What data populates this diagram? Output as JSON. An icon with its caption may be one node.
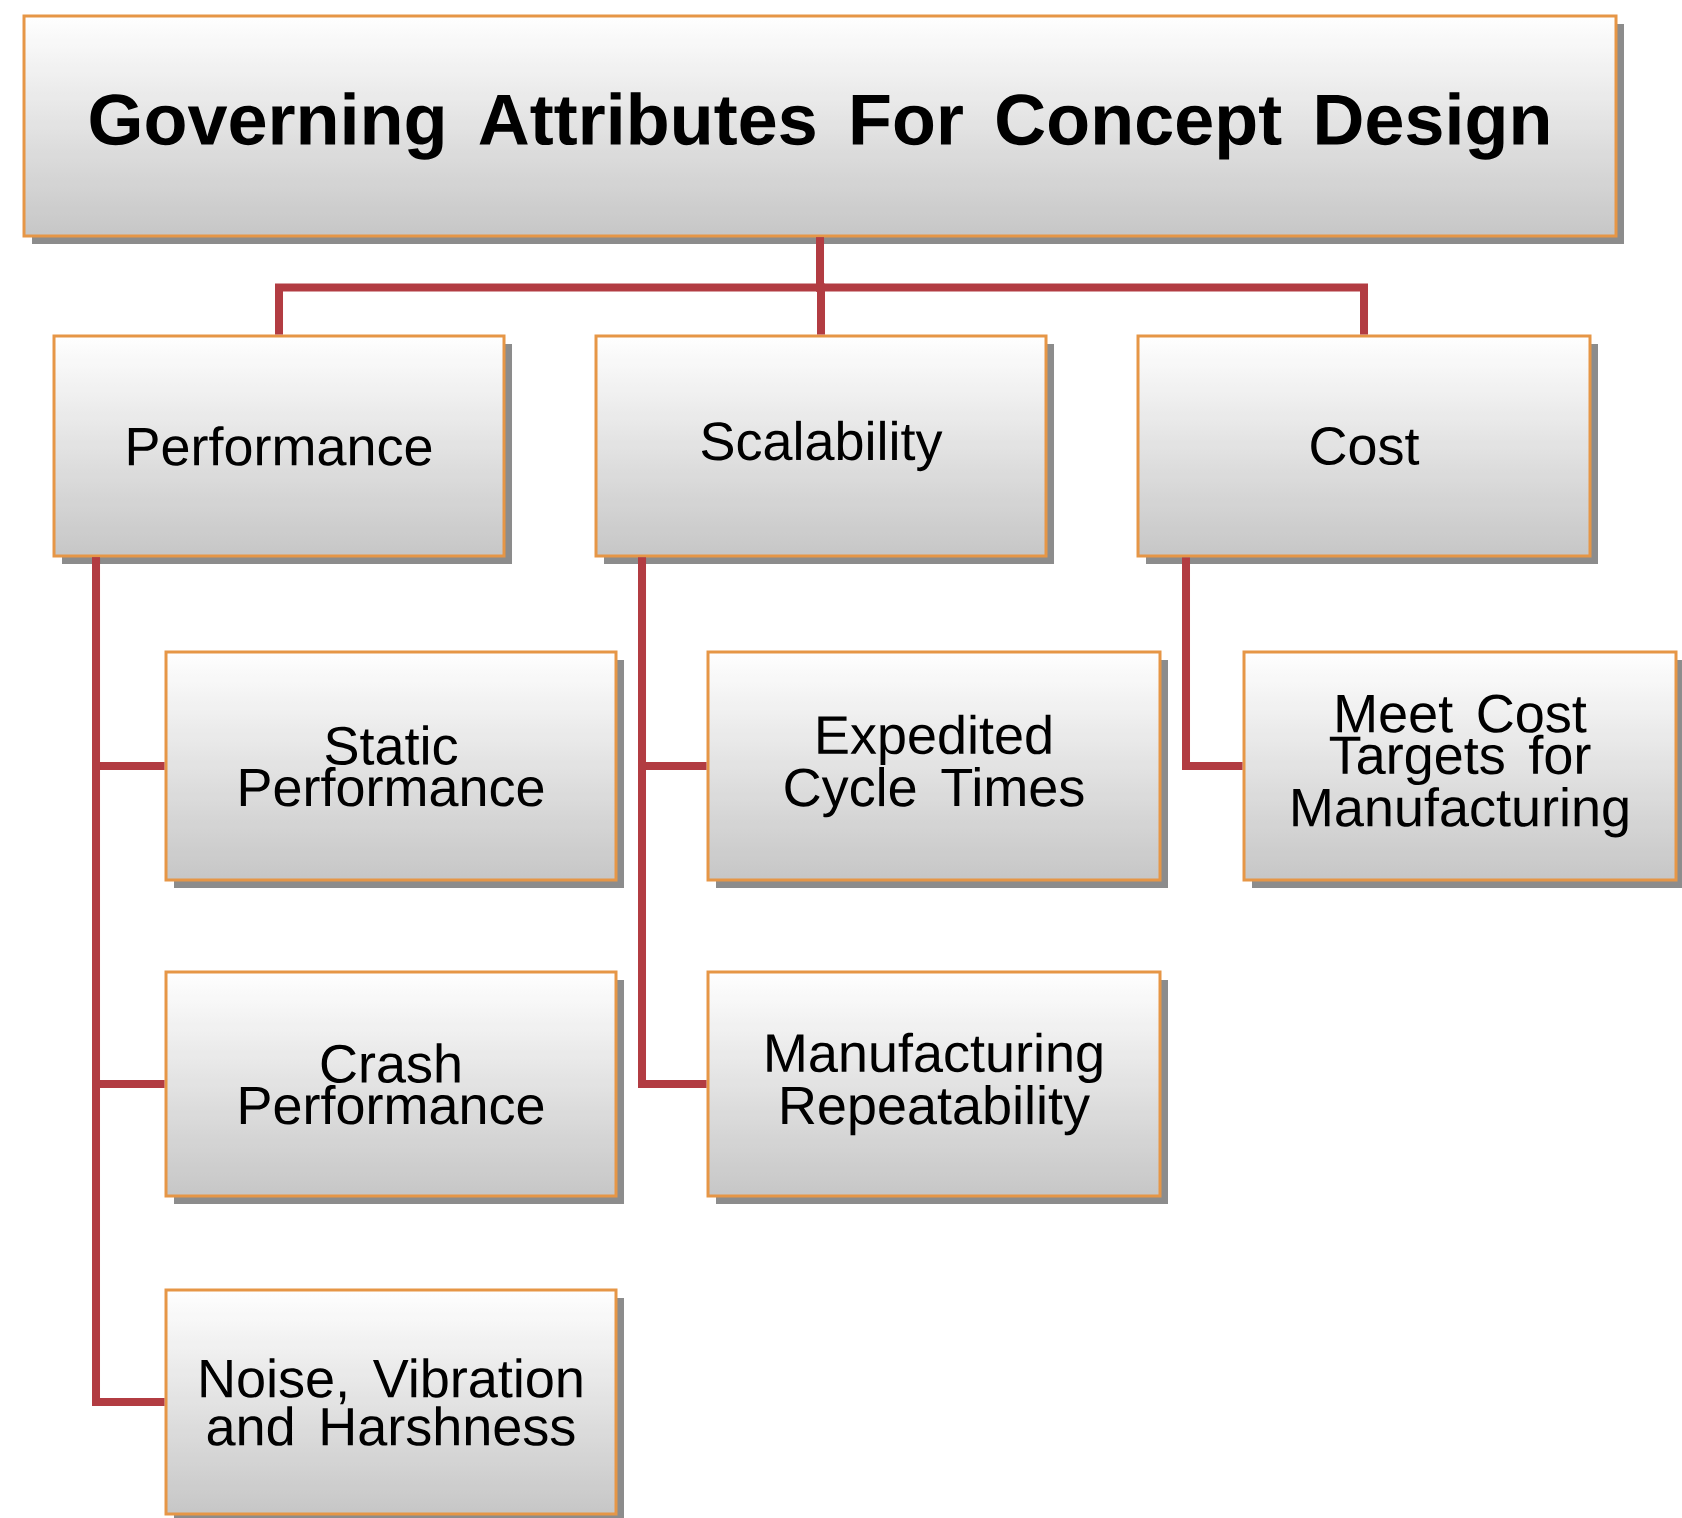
{
  "diagram": {
    "nodes": [
      {
        "text": [
          "Governing Attributes For Concept Design"
        ]
      },
      {
        "text": [
          "Performance"
        ]
      },
      {
        "text": [
          "Scalability"
        ]
      },
      {
        "text": [
          "Cost"
        ]
      },
      {
        "text": [
          "Static Performance"
        ]
      },
      {
        "text": [
          "Crash Performance"
        ]
      },
      {
        "text": [
          "Noise, Vibration and Harshness"
        ]
      },
      {
        "text": [
          "Expedited Cycle Times"
        ]
      },
      {
        "text": [
          "Manufacturing Repeatability"
        ]
      },
      {
        "text": [
          "Meet Cost Targets for Manufacturing"
        ]
      }
    ],
    "edges": [
      {
        "from": 0,
        "to": 1,
        "arrow": "none"
      },
      {
        "from": 0,
        "to": 2,
        "arrow": "none"
      },
      {
        "from": 0,
        "to": 3,
        "arrow": "none"
      },
      {
        "from": 1,
        "to": 4,
        "arrow": "none"
      },
      {
        "from": 1,
        "to": 5,
        "arrow": "none"
      },
      {
        "from": 1,
        "to": 6,
        "arrow": "none"
      },
      {
        "from": 2,
        "to": 7,
        "arrow": "none"
      },
      {
        "from": 2,
        "to": 8,
        "arrow": "none"
      },
      {
        "from": 3,
        "to": 9,
        "arrow": "none"
      }
    ]
  }
}
